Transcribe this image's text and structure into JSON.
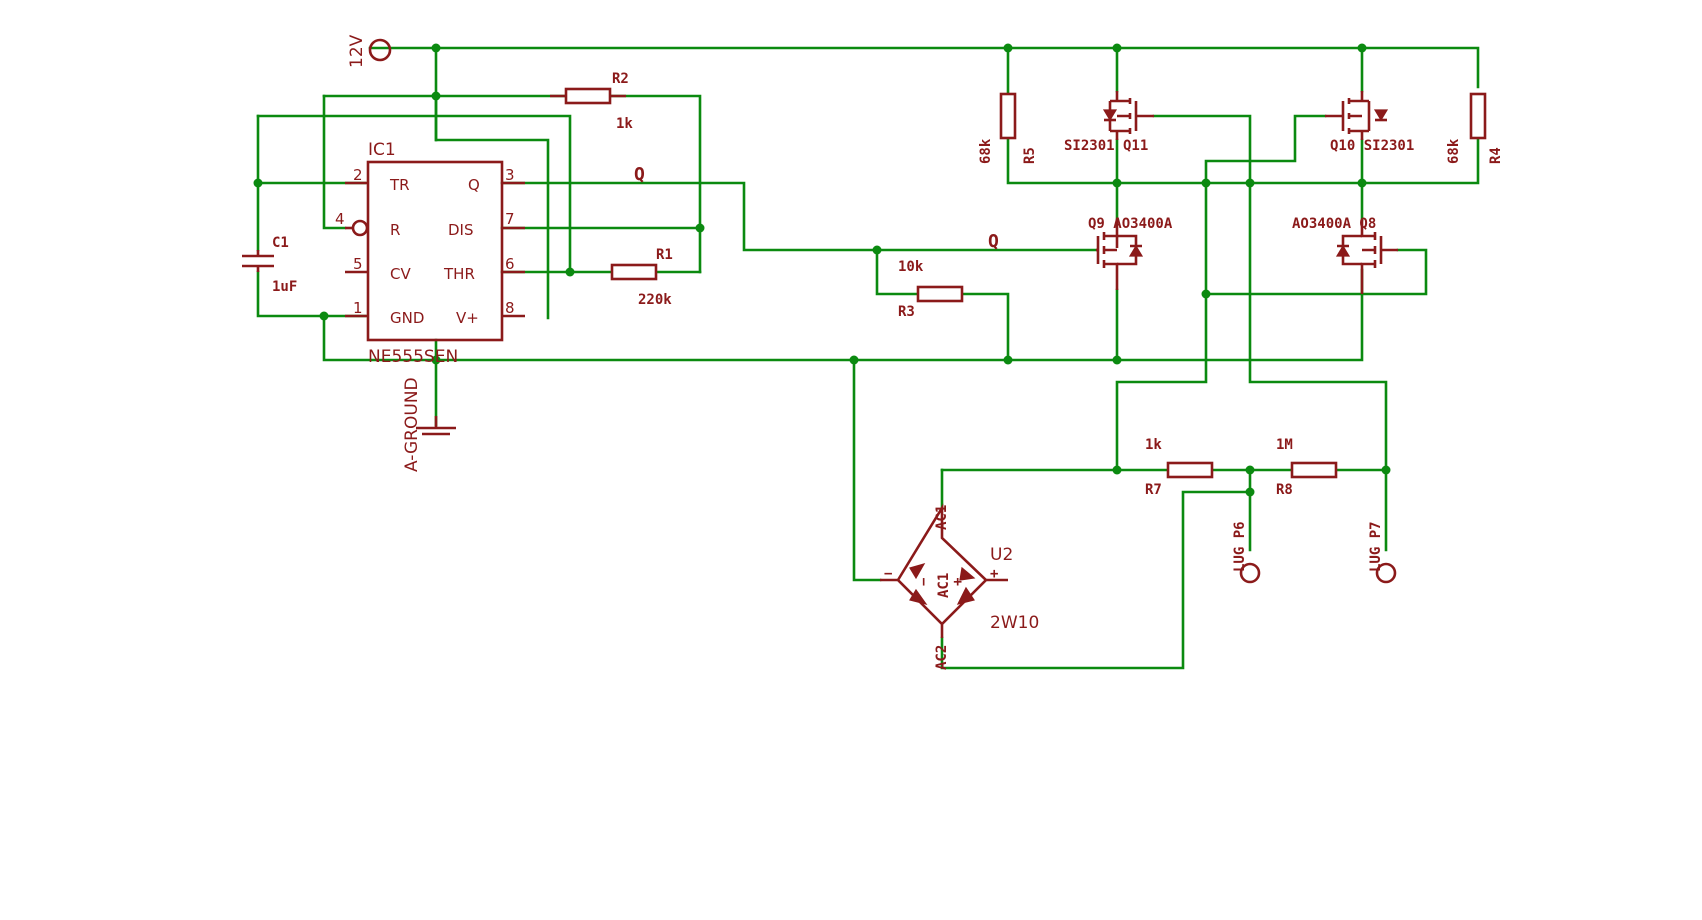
{
  "schematic": {
    "colors": {
      "wire": "#0b8a10",
      "part": "#8b1a1a",
      "background": "#ffffff"
    },
    "supply": {
      "label": "12V",
      "ground_label": "A-GROUND"
    },
    "ic": {
      "name": "IC1",
      "value": "NE555SEN",
      "pins": {
        "tr": "TR",
        "tr_num": "2",
        "r": "R",
        "r_num": "4",
        "cv": "CV",
        "cv_num": "5",
        "gnd": "GND",
        "gnd_num": "1",
        "q": "Q",
        "q_num": "3",
        "dis": "DIS",
        "dis_num": "7",
        "thr": "THR",
        "thr_num": "6",
        "vplus": "V+",
        "vplus_num": "8"
      }
    },
    "nets": {
      "q_label_1": "Q",
      "q_label_2": "Q"
    },
    "capacitors": {
      "c1_name": "C1",
      "c1_value": "1uF"
    },
    "resistors": {
      "r1_name": "R1",
      "r1_value": "220k",
      "r2_name": "R2",
      "r2_value": "1k",
      "r3_name": "R3",
      "r3_value": "10k",
      "r4_name": "R4",
      "r4_value": "68k",
      "r5_name": "R5",
      "r5_value": "68k",
      "r7_name": "R7",
      "r7_value": "1k",
      "r8_name": "R8",
      "r8_value": "1M"
    },
    "transistors": {
      "q11_label": "SI2301 Q11",
      "q10_label": "Q10 SI2301",
      "q9_label": "Q9  AO3400A",
      "q8_label": "AO3400A  Q8"
    },
    "bridge": {
      "name": "U2",
      "value": "2W10",
      "ac1": "AC1",
      "ac2": "AC2",
      "minus": "−",
      "plus": "+",
      "inner_minus": "−",
      "inner_plus": "+",
      "inner_ac": "AC1"
    },
    "lugs": {
      "p6": "LUG P6",
      "p7": "LUG P7"
    }
  }
}
